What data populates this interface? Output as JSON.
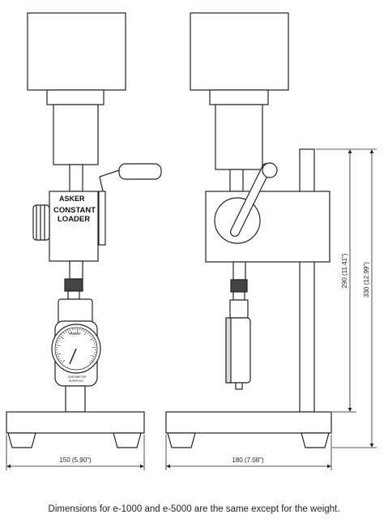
{
  "front_view": {
    "brand": "ASKER",
    "loader_label_line1": "CONSTANT",
    "loader_label_line2": "LOADER",
    "gauge_brand": "Asker",
    "gauge_small_line1": "DUROMETER",
    "gauge_small_line2": "SUPER EX",
    "width_dimension": "150 (5.90\")"
  },
  "side_view": {
    "width_dimension": "180 (7.08\")",
    "height_inner_dimension": "290 (11.41\")",
    "height_outer_dimension": "330 (12.99\")"
  },
  "caption": "Dimensions for e-1000 and e-5000 are the same except for the weight."
}
